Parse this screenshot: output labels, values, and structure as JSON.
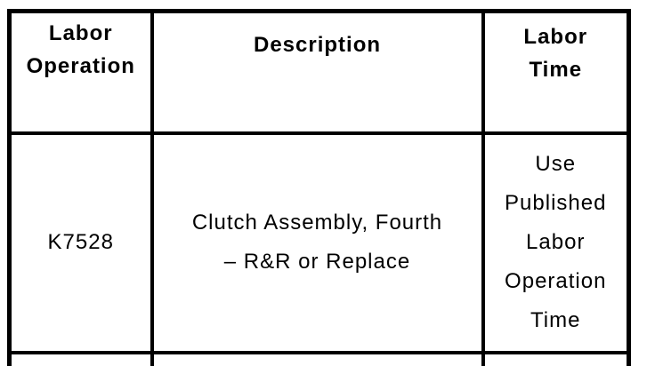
{
  "table": {
    "headers": [
      {
        "lines": [
          "Labor",
          "Operation"
        ]
      },
      {
        "lines": [
          "Description"
        ]
      },
      {
        "lines": [
          "Labor",
          "Time"
        ]
      }
    ],
    "rows": [
      {
        "labor_operation": "K7528",
        "description_lines": [
          "Clutch Assembly, Fourth",
          "– R&R or Replace"
        ],
        "labor_time_lines": [
          "Use",
          "Published",
          "Labor",
          "Operation",
          "Time"
        ]
      }
    ]
  },
  "colors": {
    "border": "#000000",
    "text": "#000000",
    "background": "#ffffff"
  }
}
